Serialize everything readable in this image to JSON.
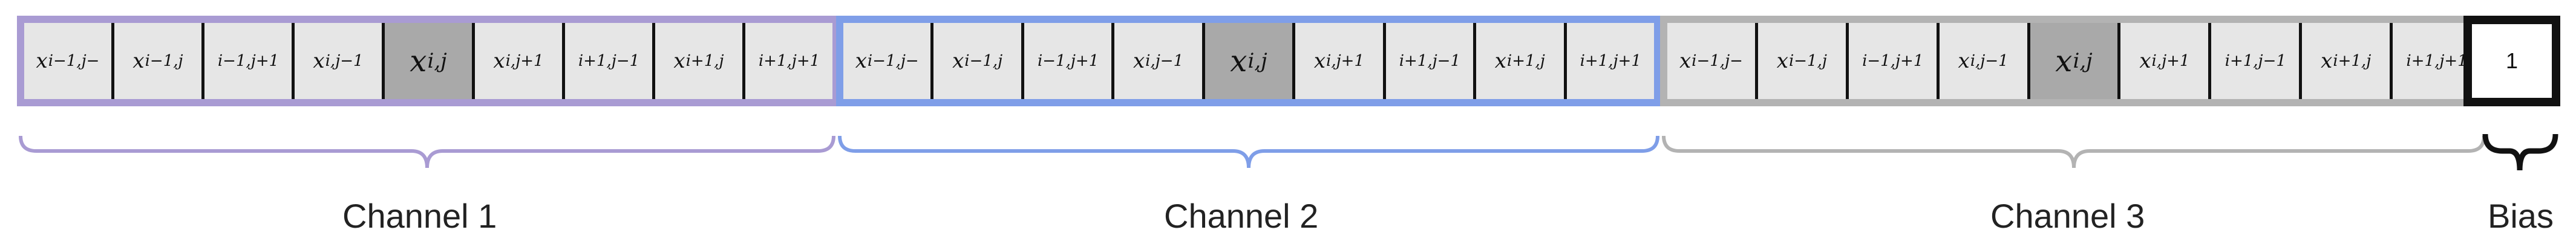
{
  "channels": [
    {
      "label": "Channel 1",
      "border_color": "#a99bd3",
      "brace_color": "#a99bd3",
      "cells": [
        {
          "base": "x",
          "sub": "i−1,j−"
        },
        {
          "base": "x",
          "sub": "i−1,j"
        },
        {
          "base": "",
          "sub": "i−1,j+1"
        },
        {
          "base": "x",
          "sub": "i,j−1"
        },
        {
          "base": "x",
          "sub": "i,j",
          "center": true
        },
        {
          "base": "x",
          "sub": "i,j+1"
        },
        {
          "base": "",
          "sub": "i+1,j−1"
        },
        {
          "base": "x",
          "sub": "i+1,j"
        },
        {
          "base": "",
          "sub": "i+1,j+1"
        }
      ]
    },
    {
      "label": "Channel 2",
      "border_color": "#7f9ee8",
      "brace_color": "#7f9ee8",
      "cells": [
        {
          "base": "x",
          "sub": "i−1,j−"
        },
        {
          "base": "x",
          "sub": "i−1,j"
        },
        {
          "base": "",
          "sub": "i−1,j+1"
        },
        {
          "base": "x",
          "sub": "i,j−1"
        },
        {
          "base": "x",
          "sub": "i,j",
          "center": true
        },
        {
          "base": "x",
          "sub": "i,j+1"
        },
        {
          "base": "",
          "sub": "i+1,j−1"
        },
        {
          "base": "x",
          "sub": "i+1,j"
        },
        {
          "base": "",
          "sub": "i+1,j+1"
        }
      ]
    },
    {
      "label": "Channel 3",
      "border_color": "#b3b3b3",
      "brace_color": "#b3b3b3",
      "cells": [
        {
          "base": "x",
          "sub": "i−1,j−"
        },
        {
          "base": "x",
          "sub": "i−1,j"
        },
        {
          "base": "",
          "sub": "i−1,j+1"
        },
        {
          "base": "x",
          "sub": "i,j−1"
        },
        {
          "base": "x",
          "sub": "i,j",
          "center": true
        },
        {
          "base": "x",
          "sub": "i,j+1"
        },
        {
          "base": "",
          "sub": "i+1,j−1"
        },
        {
          "base": "x",
          "sub": "i+1,j"
        },
        {
          "base": "",
          "sub": "i+1,j+1"
        }
      ]
    }
  ],
  "bias": {
    "value": "1",
    "label": "Bias",
    "border_color": "#111111"
  }
}
